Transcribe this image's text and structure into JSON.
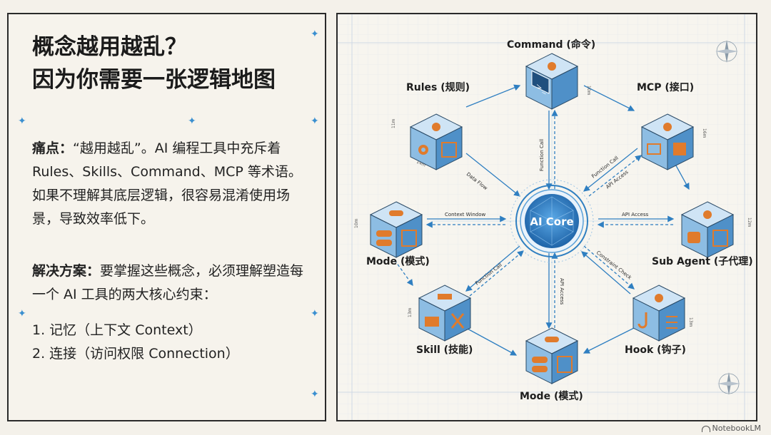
{
  "left": {
    "title_line1": "概念越用越乱？",
    "title_line2": "因为你需要一张逻辑地图",
    "pain_label": "痛点：",
    "pain_text": "“越用越乱”。AI 编程工具中充斥着 Rules、Skills、Command、MCP 等术语。如果不理解其底层逻辑，很容易混淆使用场景，导致效率低下。",
    "solution_label": "解决方案：",
    "solution_text": "要掌握这些概念，必须理解塑造每一个 AI 工具的两大核心约束：",
    "list": [
      "1. 记忆（上下文 Context）",
      "2. 连接（访问权限 Connection）"
    ]
  },
  "diagram": {
    "core_label": "AI Core",
    "nodes": {
      "command": "Command (命令)",
      "rules": "Rules (规则)",
      "mcp": "MCP (接口)",
      "mode_left": "Mode (模式)",
      "sub_agent": "Sub Agent (子代理)",
      "skill": "Skill (技能)",
      "hook": "Hook (钩子)",
      "mode_bottom": "Mode (模式)"
    },
    "edges": {
      "data_flow": "Data Flow",
      "function_call_top": "Function Call",
      "function_call_tr": "Function Call",
      "api_access_tr": "API Access",
      "context_window": "Context Window",
      "api_access_right": "API Access",
      "function_call_bl": "Function Call",
      "api_access_bottom": "API Access",
      "constraint_check": "Constraint Check"
    },
    "dims": {
      "d10": "10m",
      "d11": "11m",
      "d12": "12m",
      "d13": "13m",
      "d14": "14m",
      "d16": "16m"
    }
  },
  "watermark": "NotebookLM",
  "colors": {
    "accent": "#2f7fc1",
    "cube_top": "#bcd9f0",
    "cube_side": "#5e9dd0"
  }
}
